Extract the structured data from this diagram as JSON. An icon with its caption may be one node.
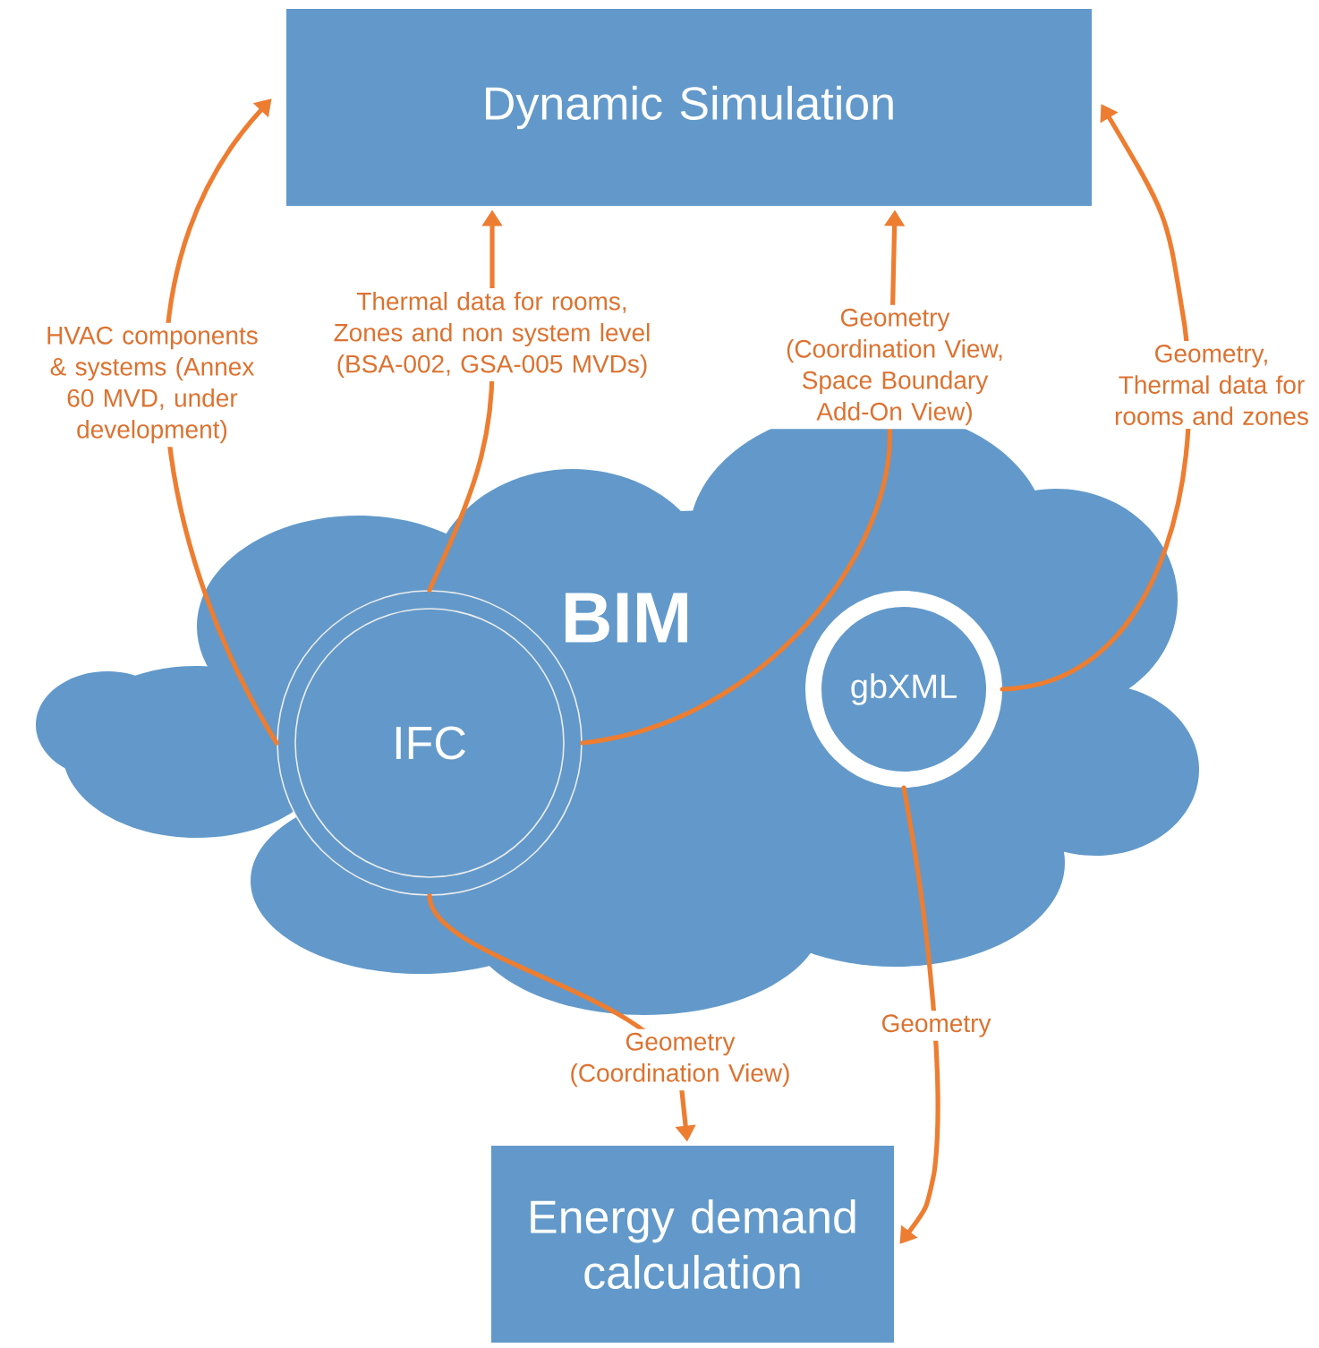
{
  "diagram": {
    "nodes": [
      {
        "text": [
          "Dynamic Simulation"
        ]
      },
      {
        "text": [
          "BIM"
        ]
      },
      {
        "text": [
          "IFC"
        ],
        "in": 1
      },
      {
        "text": [
          "gbXML"
        ],
        "in": 1
      },
      {
        "text": [
          "Energy demand calculation"
        ]
      }
    ],
    "edges": [
      {
        "from": 2,
        "to": 0,
        "arrow": "to",
        "label": "HVAC components & systems (Annex 60 MVD, under development)"
      },
      {
        "from": 2,
        "to": 0,
        "arrow": "to",
        "label": "Thermal data for rooms, Zones and non system level (BSA-002, GSA-005 MVDs)"
      },
      {
        "from": 2,
        "to": 0,
        "arrow": "to",
        "label": "Geometry (Coordination View, Space Boundary Add-On View)"
      },
      {
        "from": 3,
        "to": 0,
        "arrow": "to",
        "label": "Geometry, Thermal data for rooms and zones"
      },
      {
        "from": 2,
        "to": 4,
        "arrow": "to",
        "label": "Geometry (Coordination View)"
      },
      {
        "from": 3,
        "to": 4,
        "arrow": "to",
        "label": "Geometry"
      }
    ]
  }
}
